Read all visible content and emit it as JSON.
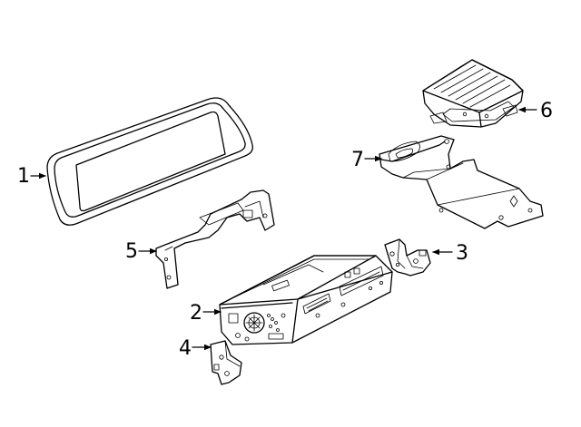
{
  "callouts": [
    {
      "number": "1",
      "part": "display-screen"
    },
    {
      "number": "2",
      "part": "radio-receiver"
    },
    {
      "number": "3",
      "part": "receiver-bracket-right"
    },
    {
      "number": "4",
      "part": "receiver-bracket-left"
    },
    {
      "number": "5",
      "part": "display-mount-bracket"
    },
    {
      "number": "6",
      "part": "amplifier-module"
    },
    {
      "number": "7",
      "part": "module-mounting-bracket"
    }
  ]
}
